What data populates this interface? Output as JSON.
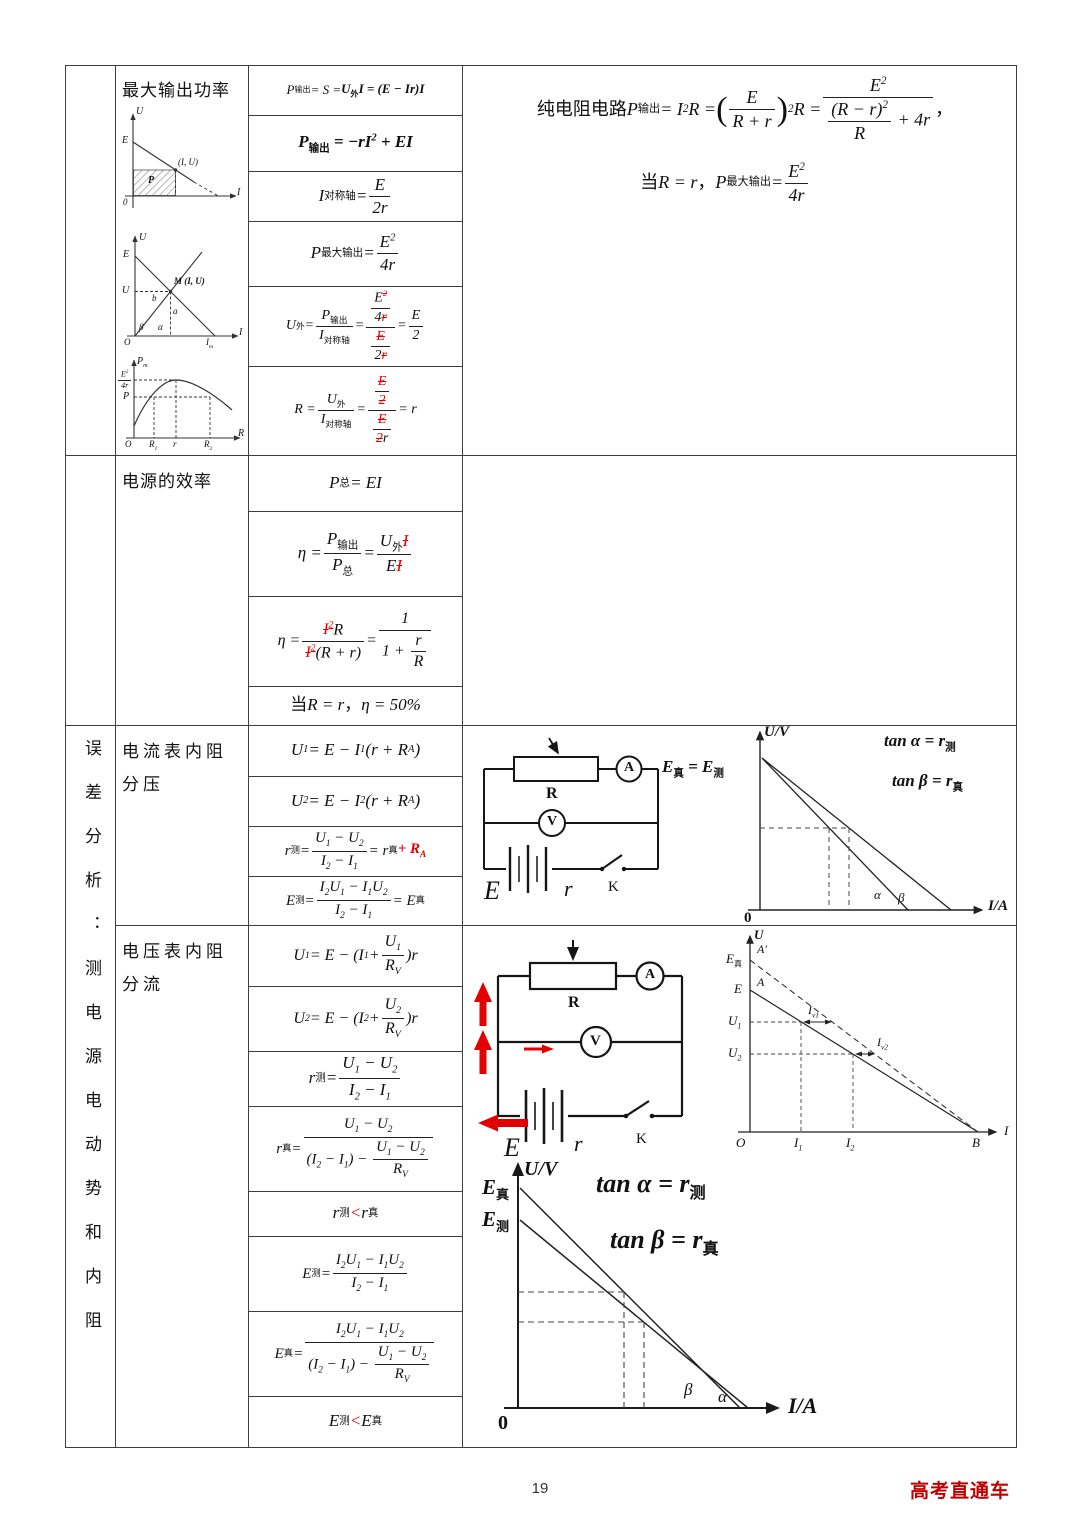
{
  "page": {
    "number": "19",
    "brand": "高考直通车"
  },
  "sections": {
    "max_power": {
      "label": "最大输出功率",
      "formulas": [
        "P<sub class='cn'>输出</sub> = S = <b>U<sub class='cn'>外</sub>I = (E − Ir)I</b>",
        "<b>P<sub class='cn'>输出</sub> = −rI<sup>2</sup> + EI</b>",
        "I<sub class='cn'>对称轴</sub> = <span class='frac'><span class='num'>E</span><span class='den'>2r</span></span>",
        "P<sub class='cn'>最大输出</sub> = <span class='frac'><span class='num'>E<sup>2</sup></span><span class='den'>4r</span></span>",
        "U<sub class='cn'>外</sub> = <span class='frac'><span class='num'>P<sub class='cn'>输出</sub></span><span class='den'>I<sub class='cn'>对称轴</sub></span></span> = <span class='frac'><span class='num'><span class='frac'><span class='num'>E<sup class='rs'>2</sup></span><span class='den'>4<span class='rs'>r</span></span></span></span><span class='den'><span class='frac'><span class='num'><span class='rs'>E</span></span><span class='den'>2<span class='rs'>r</span></span></span></span></span> = <span class='frac'><span class='num'>E</span><span class='den'>2</span></span>",
        "R = <span class='frac'><span class='num'>U<sub class='cn'>外</sub></span><span class='den'>I<sub class='cn'>对称轴</sub></span></span> = <span class='frac'><span class='num'><span class='frac'><span class='num'><span class='rs'>E</span></span><span class='den'><span class='rs'>2</span></span></span></span><span class='den'><span class='frac'><span class='num'><span class='rs'>E</span></span><span class='den'><span class='rs'>2</span>r</span></span></span></span> = r"
      ],
      "right": [
        "<span class='cn'>纯电阻电路</span>P<sub class='cn'>输出</sub> = I<sup>2</sup>R = <span class='bp'>(</span><span class='frac'><span class='num'>E</span><span class='den'>R + r</span></span><span class='bp'>)</span><sup>2</sup> R = <span class='frac'><span class='num'>E<sup>2</sup></span><span class='den'><span class='frac'><span class='num'>(R − r)<sup>2</sup></span><span class='den'>R</span></span> + 4r</span></span><span class='cn'>，</span>",
        "<span class='cn'>当</span>R = r<span class='cn'>，</span>P<sub class='cn'>最大输出</sub> = <span class='frac'><span class='num'>E<sup>2</sup></span><span class='den'>4r</span></span>"
      ]
    },
    "efficiency": {
      "label": "电源的效率",
      "formulas": [
        "P<sub class='cn'>总</sub> = EI",
        "η = <span class='frac'><span class='num'>P<sub class='cn'>输出</sub></span><span class='den'>P<sub class='cn'>总</sub></span></span> = <span class='frac'><span class='num'>U<sub class='cn'>外</sub><span class='rs'>I</span></span><span class='den'>E<span class='rs'>I</span></span></span>",
        "η = <span class='frac'><span class='num'><span class='rs'>I<sup>2</sup></span>R</span><span class='den'><span class='rs'>I<sup>2</sup></span>(R + r)</span></span> = <span class='frac'><span class='num'>1</span><span class='den'>1 + <span class='frac'><span class='num'>r</span><span class='den'>R</span></span></span></span>",
        "<span class='cn'>当</span>R = r<span class='cn'>，</span>η = 50%"
      ]
    },
    "error": {
      "side_label": "误差分析：测电源电动势和内阻",
      "ammeter": {
        "label1": "电流表内阻",
        "label2": "分压",
        "formulas": [
          "U<sub>1</sub> = E − I<sub>1</sub>(r + R<sub>A</sub>)",
          "U<sub>2</sub> = E − I<sub>2</sub>(r + R<sub>A</sub>)",
          "r<sub class='cn'>测</sub> = <span class='frac'><span class='num'>U<sub>1</sub> − U<sub>2</sub></span><span class='den'>I<sub>2</sub> − I<sub>1</sub></span></span> = r<sub class='cn'>真</sub> <b class='red'>+ R<sub>A</sub></b>",
          "E<sub class='cn'>测</sub> = <span class='frac'><span class='num'>I<sub>2</sub>U<sub>1</sub> − I<sub>1</sub>U<sub>2</sub></span><span class='den'>I<sub>2</sub> − I<sub>1</sub></span></span> = E<sub class='cn'>真</sub>"
        ]
      },
      "voltmeter": {
        "label1": "电压表内阻",
        "label2": "分流",
        "formulas": [
          "U<sub>1</sub> = E − (I<sub>1</sub> + <span class='frac'><span class='num'>U<sub>1</sub></span><span class='den'>R<sub>V</sub></span></span>)r",
          "U<sub>2</sub> = E − (I<sub>2</sub> + <span class='frac'><span class='num'>U<sub>2</sub></span><span class='den'>R<sub>V</sub></span></span>)r",
          "r<sub class='cn'>测</sub> = <span class='frac'><span class='num'>U<sub>1</sub> − U<sub>2</sub></span><span class='den'>I<sub>2</sub> − I<sub>1</sub></span></span>",
          "r<sub class='cn'>真</sub> = <span class='frac'><span class='num'>U<sub>1</sub> − U<sub>2</sub></span><span class='den'>(I<sub>2</sub> − I<sub>1</sub>) − <span class='frac'><span class='num'>U<sub>1</sub> − U<sub>2</sub></span><span class='den'>R<sub>V</sub></span></span></span></span>",
          "r<sub class='cn'>测</sub> <span class='red'>&lt;</span> r<sub class='cn'>真</sub>",
          "E<sub class='cn'>测</sub> = <span class='frac'><span class='num'>I<sub>2</sub>U<sub>1</sub> − I<sub>1</sub>U<sub>2</sub></span><span class='den'>I<sub>2</sub> − I<sub>1</sub></span></span>",
          "E<sub class='cn'>真</sub> = <span class='frac'><span class='num'>I<sub>2</sub>U<sub>1</sub> − I<sub>1</sub>U<sub>2</sub></span><span class='den'>(I<sub>2</sub> − I<sub>1</sub>) − <span class='frac'><span class='num'>U<sub>1</sub> − U<sub>2</sub></span><span class='den'>R<sub>V</sub></span></span></span></span>",
          "E<sub class='cn'>测</sub> <span class='red'>&lt;</span> E<sub class='cn'>真</sub>"
        ]
      }
    }
  },
  "figures": {
    "ui_graph": {
      "axis_u": "U",
      "e": "E",
      "point": "(I, U)",
      "p": "P",
      "o": "0",
      "axis_i": "I"
    },
    "eu_graph": {
      "axis_u": "U",
      "e": "E",
      "u": "U",
      "m": "M (I, U)",
      "b": "b",
      "a": "a",
      "beta": "β",
      "alpha": "α",
      "o": "O",
      "im": "I<sub>m</sub>",
      "axis_i": "I"
    },
    "pr_graph": {
      "axis_p": "P<sub>m</sub>",
      "emax": "<span class='frac'><span class='num'>E<sup>2</sup></span><span class='den'>4r</span></span>",
      "p": "P",
      "o": "O",
      "r1": "R<sub>1</sub>",
      "r": "r",
      "r2": "R<sub>2</sub>",
      "axis_r": "R"
    },
    "circuit_a": {
      "r": "R",
      "a": "A",
      "v": "V",
      "e": "E",
      "ri": "r",
      "k": "K"
    },
    "graph_a": {
      "axis_y": "U/V",
      "axis_x": "I/A",
      "o": "0",
      "eeq": "E<sub class='cn'>真</sub> = E<sub class='cn'>测</sub>",
      "tana": "tan α = r<sub class='cn'>测</sub>",
      "tanb": "tan β = r<sub class='cn'>真</sub>",
      "alpha": "α",
      "beta": "β"
    },
    "circuit_v": {
      "r": "R",
      "a": "A",
      "v": "V",
      "e": "E",
      "ri": "r",
      "k": "K"
    },
    "graph_v1": {
      "axis_u": "U",
      "etrue": "E<sub class='cn'>真</sub>",
      "aprime": "A′",
      "e": "E",
      "a": "A",
      "u1": "U<sub>1</sub>",
      "u2": "U<sub>2</sub>",
      "iv1": "I<sub>v1</sub>",
      "iv2": "I<sub>v2</sub>",
      "o": "O",
      "i1": "I<sub>1</sub>",
      "i2": "I<sub>2</sub>",
      "b": "B",
      "axis_i": "I"
    },
    "graph_v2": {
      "axis_y": "U/V",
      "etrue": "E<sub class='cn'>真</sub>",
      "emeas": "E<sub class='cn'>测</sub>",
      "tana": "tan α = r<sub class='cn'>测</sub>",
      "tanb": "tan β = r<sub class='cn'>真</sub>",
      "alpha": "α",
      "beta": "β",
      "o": "0",
      "axis_x": "I/A"
    }
  }
}
